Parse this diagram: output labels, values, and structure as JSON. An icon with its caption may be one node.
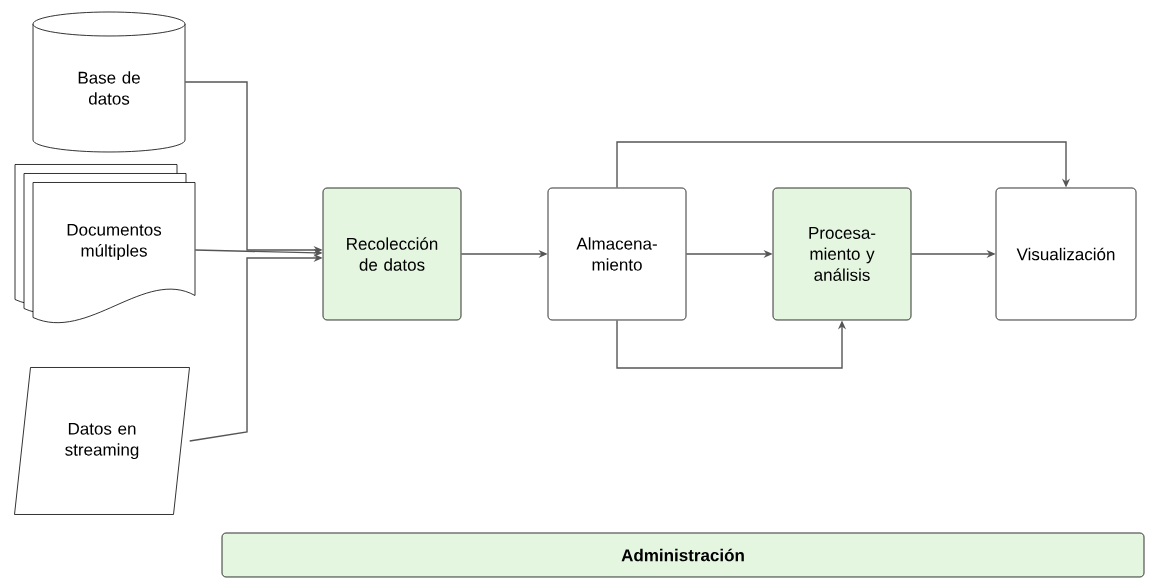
{
  "diagram": {
    "nodes": [
      {
        "text": [
          "Base de datos"
        ]
      },
      {
        "text": [
          "Documentos múltiples"
        ]
      },
      {
        "text": [
          "Datos en streaming"
        ]
      },
      {
        "text": [
          "Recolección de datos"
        ]
      },
      {
        "text": [
          "Almacena- miento"
        ]
      },
      {
        "text": [
          "Procesa- miento y análisis"
        ]
      },
      {
        "text": [
          "Visualización"
        ]
      },
      {
        "text": [
          "Administración"
        ]
      }
    ],
    "edges": [
      {
        "from": 0,
        "to": 3,
        "arrow": "to"
      },
      {
        "from": 1,
        "to": 3,
        "arrow": "to"
      },
      {
        "from": 2,
        "to": 3,
        "arrow": "to"
      },
      {
        "from": 3,
        "to": 4,
        "arrow": "to"
      },
      {
        "from": 4,
        "to": 5,
        "arrow": "to"
      },
      {
        "from": 5,
        "to": 6,
        "arrow": "to"
      },
      {
        "from": 4,
        "to": 6,
        "arrow": "to"
      },
      {
        "from": 4,
        "to": 5,
        "arrow": "to"
      }
    ]
  }
}
